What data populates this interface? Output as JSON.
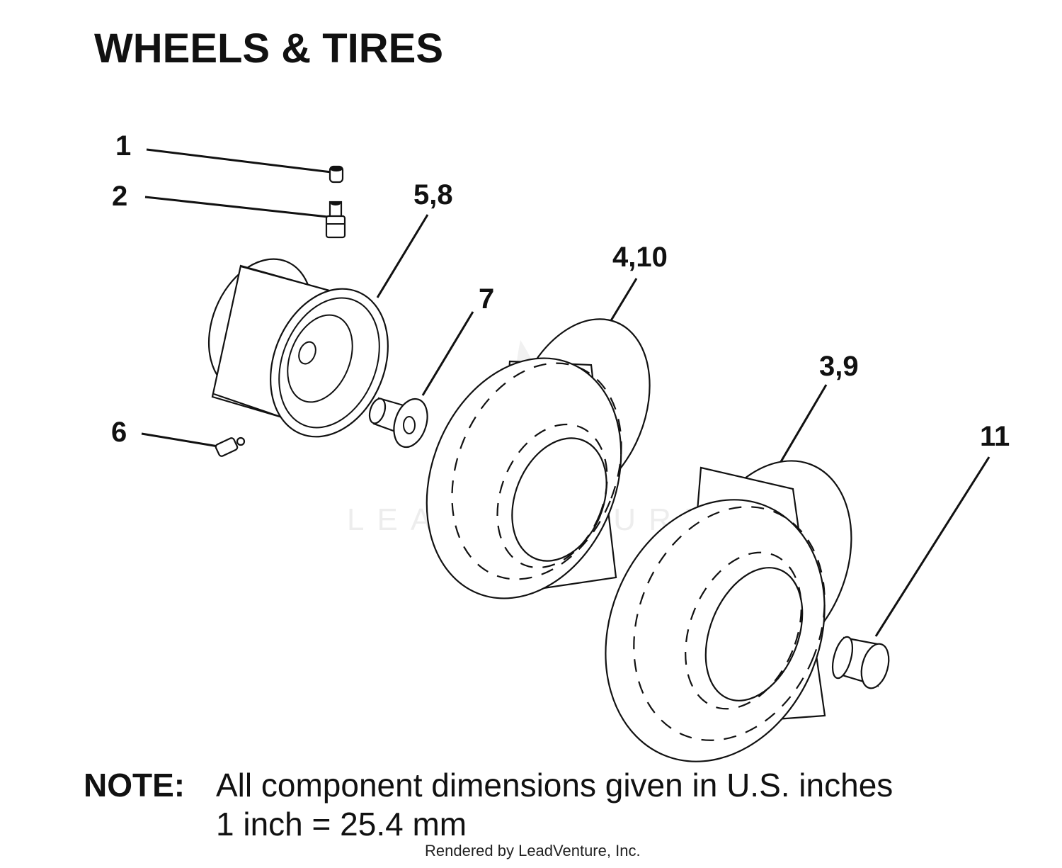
{
  "title": "WHEELS & TIRES",
  "callouts": {
    "c1": "1",
    "c2": "2",
    "c58": "5,8",
    "c410": "4,10",
    "c7": "7",
    "c39": "3,9",
    "c6": "6",
    "c11": "11"
  },
  "watermark": "LEADVENTURE",
  "note": {
    "label": "NOTE:",
    "line1": "All component dimensions given in U.S. inches",
    "line2": "1 inch = 25.4 mm"
  },
  "footer": "Rendered by LeadVenture, Inc."
}
